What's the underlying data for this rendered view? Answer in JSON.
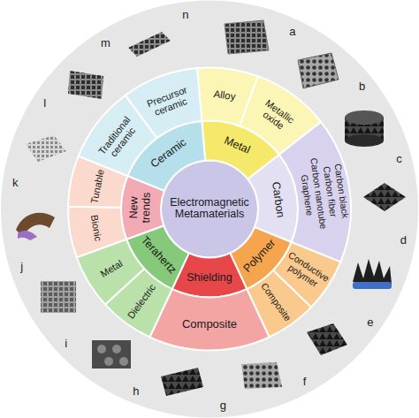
{
  "diagram": {
    "nodes": [
      {
        "text": [
          "Electromagnetic Metamaterials"
        ]
      },
      {
        "text": [
          "Metal"
        ]
      },
      {
        "text": [
          "Carbon"
        ]
      },
      {
        "text": [
          "Polymer"
        ]
      },
      {
        "text": [
          "Shielding"
        ]
      },
      {
        "text": [
          "Terahertz"
        ]
      },
      {
        "text": [
          "New trends"
        ]
      },
      {
        "text": [
          "Ceramic"
        ]
      },
      {
        "text": [
          "Alloy"
        ]
      },
      {
        "text": [
          "Metallic oxide"
        ]
      },
      {
        "text": [
          "Carbon black",
          "Carbon fiber",
          "Carbon nanotube",
          "Graphene"
        ]
      },
      {
        "text": [
          "Conductive polymer"
        ]
      },
      {
        "text": [
          "Composite"
        ]
      },
      {
        "text": [
          "Composite"
        ]
      },
      {
        "text": [
          "Dielectric"
        ]
      },
      {
        "text": [
          "Metal"
        ]
      },
      {
        "text": [
          "Bionic"
        ]
      },
      {
        "text": [
          "Tunable"
        ]
      },
      {
        "text": [
          "Traditional ceramic"
        ]
      },
      {
        "text": [
          "Precursor ceramic"
        ]
      }
    ],
    "labels": [
      "a",
      "b",
      "c",
      "d",
      "e",
      "f",
      "g",
      "h",
      "i",
      "j",
      "k",
      "l",
      "m",
      "n"
    ]
  }
}
